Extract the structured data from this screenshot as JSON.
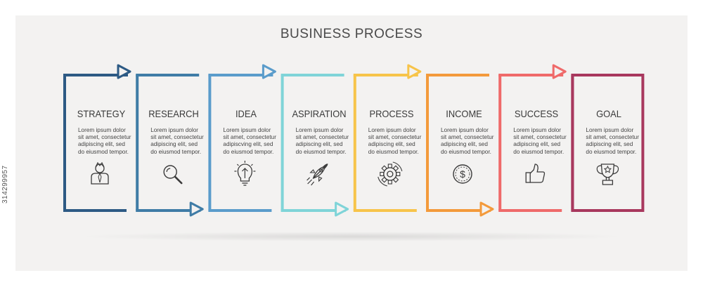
{
  "title": "BUSINESS PROCESS",
  "side_id": "314299957",
  "steps": [
    {
      "title": "STRATEGY",
      "color": "#2d5a84",
      "desc": [
        "Lorem ipsum dolor",
        "sit amet, consectetur",
        "adipiscing elit, sed",
        "do eiusmod tempor."
      ],
      "icon": "person-icon",
      "arrow": "top"
    },
    {
      "title": "RESEARCH",
      "color": "#3f7ca6",
      "desc": [
        "Lorem ipsum dolor",
        "sit amet, consectetur",
        "adipiscing elit, sed",
        "do eiusmod tempor."
      ],
      "icon": "magnifier-icon",
      "arrow": "bottom"
    },
    {
      "title": "IDEA",
      "color": "#5a9ccb",
      "desc": [
        "Lorem ipsum dolor",
        "sit amet, consectetur",
        "adipiscving elit, sed",
        "do eiusmod tempor."
      ],
      "icon": "lightbulb-icon",
      "arrow": "top"
    },
    {
      "title": "ASPIRATION",
      "color": "#7fd4d8",
      "desc": [
        "Lorem ipsum dolor",
        "sit amet, consectetur",
        "adipiscing elit, sed",
        "do eiusmod tempor."
      ],
      "icon": "rocket-icon",
      "arrow": "bottom"
    },
    {
      "title": "PROCESS",
      "color": "#f7c44a",
      "desc": [
        "Lorem ipsum dolor",
        "sit amet, consectetur",
        "adipiscing elit, sed",
        "do eiusmod tempor."
      ],
      "icon": "gear-icon",
      "arrow": "top"
    },
    {
      "title": "INCOME",
      "color": "#f39a3b",
      "desc": [
        "Lorem ipsum dolor",
        "sit amet, consectetur",
        "adipiscing elit, sed",
        "do eiusmod tempor."
      ],
      "icon": "dollar-coin-icon",
      "arrow": "bottom"
    },
    {
      "title": "SUCCESS",
      "color": "#ef6a6a",
      "desc": [
        "Lorem ipsum dolor",
        "sit amet, consectetur",
        "adipiscing elit, sed",
        "do eiusmod tempor."
      ],
      "icon": "thumbs-up-icon",
      "arrow": "top"
    },
    {
      "title": "GOAL",
      "color": "#a8385e",
      "desc": [
        "Lorem ipsum dolor",
        "sit amet, consectetur",
        "adipiscing elit, sed",
        "do eiusmod tempor."
      ],
      "icon": "trophy-icon",
      "arrow": "none"
    }
  ]
}
